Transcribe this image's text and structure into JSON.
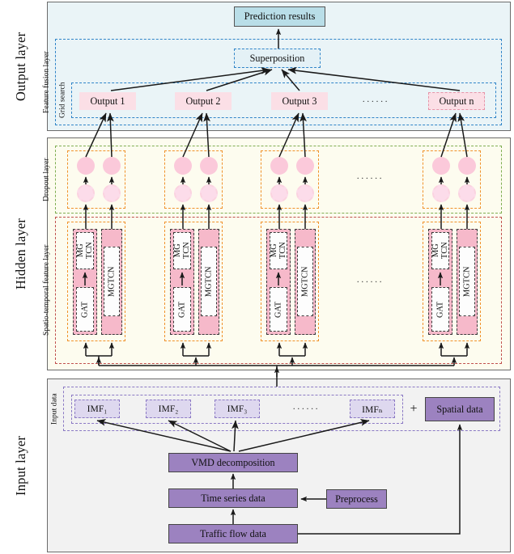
{
  "layers": {
    "output": "Output layer",
    "hidden": "Hidden layer",
    "input": "Input layer"
  },
  "output_layer": {
    "prediction": "Prediction results",
    "fusion_label": "Feature fusion layer",
    "superposition": "Superposition",
    "grid_search_label": "Grid search",
    "outputs": [
      "Output 1",
      "Output 2",
      "Output 3",
      "Output n"
    ],
    "ellipsis": "······"
  },
  "hidden_layer": {
    "dropout_label": "Dropout layer",
    "feature_label": "Spatio-temporal feature layer",
    "module": {
      "mg": "MG",
      "tcn": "TCN",
      "gat": "GAT",
      "mgtcn": "MGTCN"
    },
    "ellipsis": "······"
  },
  "input_layer": {
    "input_data_label": "Input data",
    "imfs": [
      "IMF₁",
      "IMF₂",
      "IMF₃",
      "IMFₙ"
    ],
    "ellipsis": "······",
    "plus": "+",
    "spatial": "Spatial data",
    "vmd": "VMD decomposition",
    "time_series": "Time series data",
    "traffic_flow": "Traffic flow data",
    "preprocess": "Preprocess"
  },
  "colors": {
    "output_panel": "#eaf4f7",
    "hidden_panel": "#fdfcef",
    "input_panel": "#f2f2f2",
    "prediction": "#b9dee8",
    "output_box": "#fbdfe6",
    "imf_box": "#ded8ef",
    "purple_box": "#9c82c0",
    "dash_blue": "#2f84c8",
    "dash_green": "#7fae52",
    "dash_red": "#c0504d",
    "dash_orange": "#f0922b",
    "dash_purple": "#8b79c4",
    "module_pink": "#f6b9ca",
    "circle_pink": "#fbd3e0"
  }
}
